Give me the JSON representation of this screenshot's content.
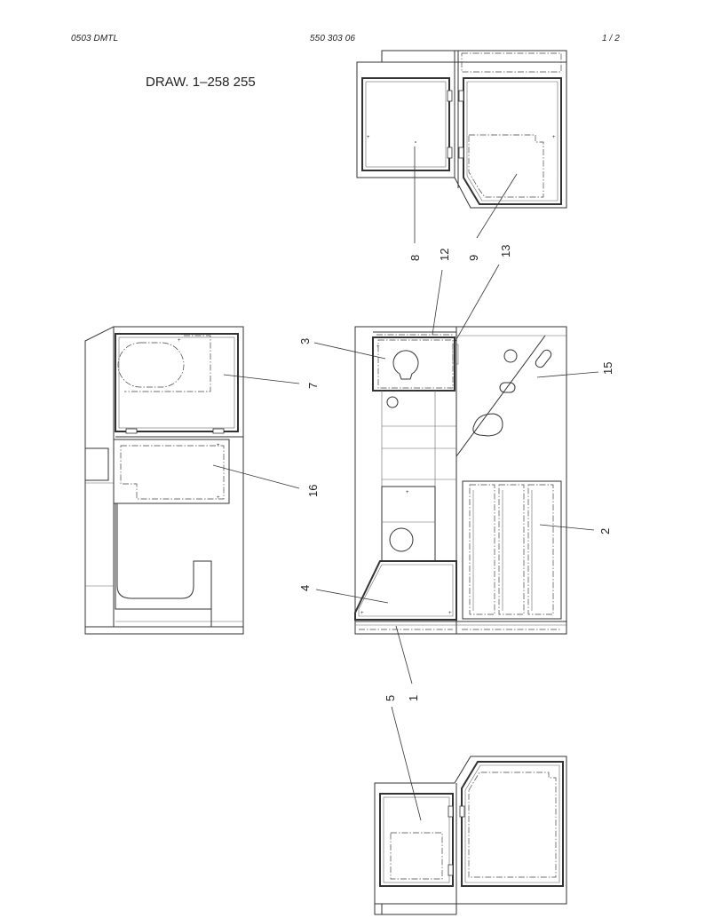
{
  "header": {
    "left": "0503 DMTL",
    "center": "550 303 06",
    "right": "1 /   2"
  },
  "drawing_title": "DRAW. 1–258 255",
  "callouts": {
    "c1": "1",
    "c2": "2",
    "c3": "3",
    "c4": "4",
    "c5": "5",
    "c7": "7",
    "c8": "8",
    "c9": "9",
    "c12": "12",
    "c13": "13",
    "c15": "15",
    "c16": "16"
  }
}
